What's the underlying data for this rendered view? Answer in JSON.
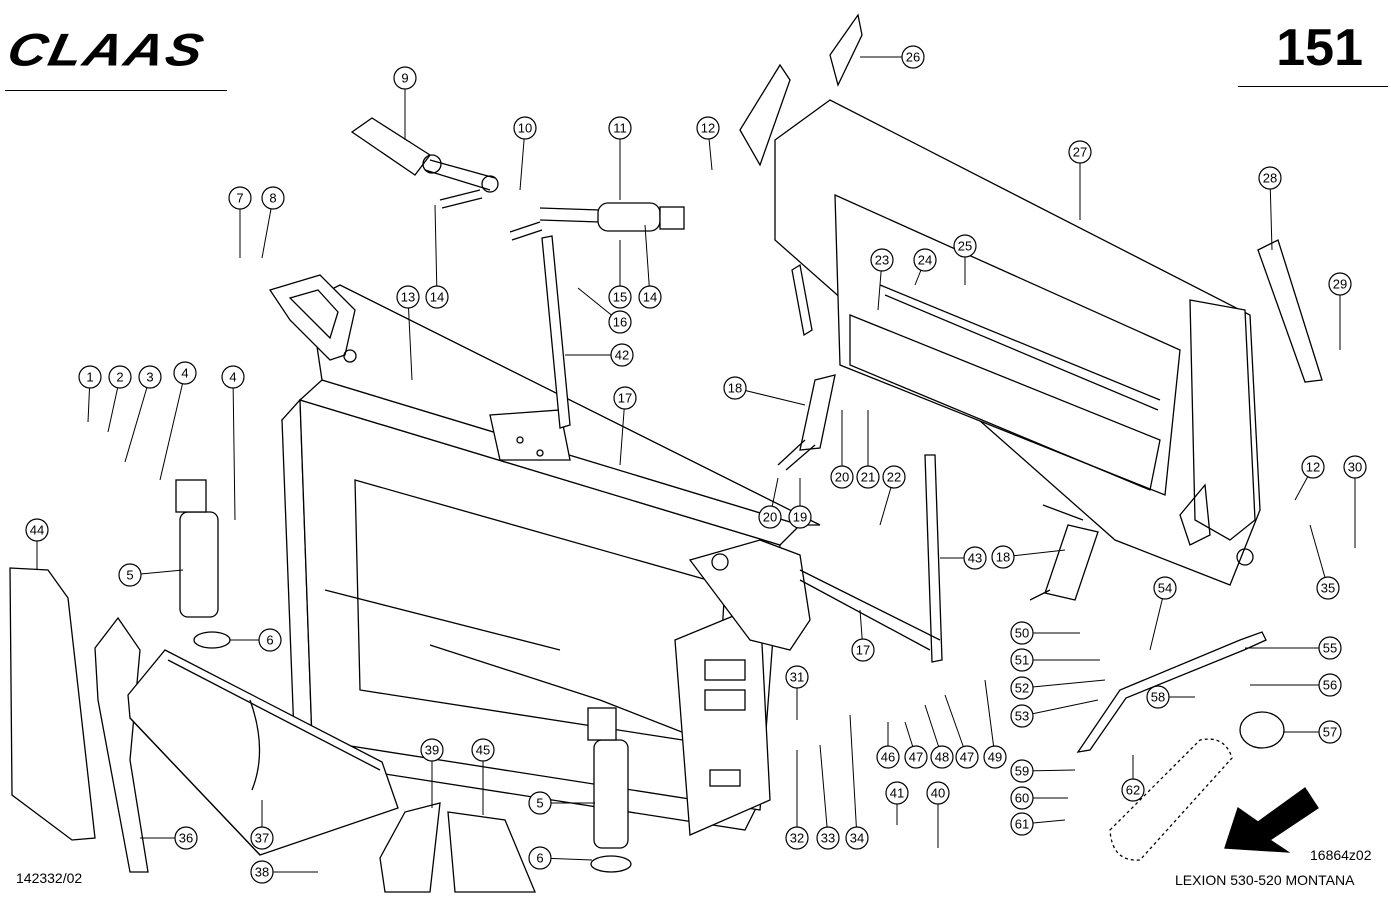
{
  "header": {
    "brand": "CLAAS",
    "page_number": "151"
  },
  "footer": {
    "doc_code": "142332/02",
    "drawing_code": "16864z02",
    "model": "LEXION 530-520 MONTANA"
  },
  "callouts": [
    {
      "id": "c1",
      "label": "1"
    },
    {
      "id": "c2",
      "label": "2"
    },
    {
      "id": "c3",
      "label": "3"
    },
    {
      "id": "c4a",
      "label": "4"
    },
    {
      "id": "c4b",
      "label": "4"
    },
    {
      "id": "c5a",
      "label": "5"
    },
    {
      "id": "c5b",
      "label": "5"
    },
    {
      "id": "c6a",
      "label": "6"
    },
    {
      "id": "c6b",
      "label": "6"
    },
    {
      "id": "c7",
      "label": "7"
    },
    {
      "id": "c8",
      "label": "8"
    },
    {
      "id": "c9",
      "label": "9"
    },
    {
      "id": "c10",
      "label": "10"
    },
    {
      "id": "c11",
      "label": "11"
    },
    {
      "id": "c12a",
      "label": "12"
    },
    {
      "id": "c12b",
      "label": "12"
    },
    {
      "id": "c13",
      "label": "13"
    },
    {
      "id": "c14a",
      "label": "14"
    },
    {
      "id": "c14b",
      "label": "14"
    },
    {
      "id": "c15",
      "label": "15"
    },
    {
      "id": "c16",
      "label": "16"
    },
    {
      "id": "c17a",
      "label": "17"
    },
    {
      "id": "c17b",
      "label": "17"
    },
    {
      "id": "c18a",
      "label": "18"
    },
    {
      "id": "c18b",
      "label": "18"
    },
    {
      "id": "c19",
      "label": "19"
    },
    {
      "id": "c20a",
      "label": "20"
    },
    {
      "id": "c20b",
      "label": "20"
    },
    {
      "id": "c21",
      "label": "21"
    },
    {
      "id": "c22",
      "label": "22"
    },
    {
      "id": "c23",
      "label": "23"
    },
    {
      "id": "c24",
      "label": "24"
    },
    {
      "id": "c25",
      "label": "25"
    },
    {
      "id": "c26",
      "label": "26"
    },
    {
      "id": "c27",
      "label": "27"
    },
    {
      "id": "c28",
      "label": "28"
    },
    {
      "id": "c29",
      "label": "29"
    },
    {
      "id": "c30",
      "label": "30"
    },
    {
      "id": "c31",
      "label": "31"
    },
    {
      "id": "c32",
      "label": "32"
    },
    {
      "id": "c33",
      "label": "33"
    },
    {
      "id": "c34",
      "label": "34"
    },
    {
      "id": "c35",
      "label": "35"
    },
    {
      "id": "c36",
      "label": "36"
    },
    {
      "id": "c37",
      "label": "37"
    },
    {
      "id": "c38",
      "label": "38"
    },
    {
      "id": "c39",
      "label": "39"
    },
    {
      "id": "c40",
      "label": "40"
    },
    {
      "id": "c41",
      "label": "41"
    },
    {
      "id": "c42",
      "label": "42"
    },
    {
      "id": "c43",
      "label": "43"
    },
    {
      "id": "c44",
      "label": "44"
    },
    {
      "id": "c45",
      "label": "45"
    },
    {
      "id": "c46",
      "label": "46"
    },
    {
      "id": "c47a",
      "label": "47"
    },
    {
      "id": "c47b",
      "label": "47"
    },
    {
      "id": "c48",
      "label": "48"
    },
    {
      "id": "c49",
      "label": "49"
    },
    {
      "id": "c50",
      "label": "50"
    },
    {
      "id": "c51",
      "label": "51"
    },
    {
      "id": "c52",
      "label": "52"
    },
    {
      "id": "c53",
      "label": "53"
    },
    {
      "id": "c54",
      "label": "54"
    },
    {
      "id": "c55",
      "label": "55"
    },
    {
      "id": "c56",
      "label": "56"
    },
    {
      "id": "c57",
      "label": "57"
    },
    {
      "id": "c58",
      "label": "58"
    },
    {
      "id": "c59",
      "label": "59"
    },
    {
      "id": "c60",
      "label": "60"
    },
    {
      "id": "c61",
      "label": "61"
    },
    {
      "id": "c62",
      "label": "62"
    }
  ]
}
